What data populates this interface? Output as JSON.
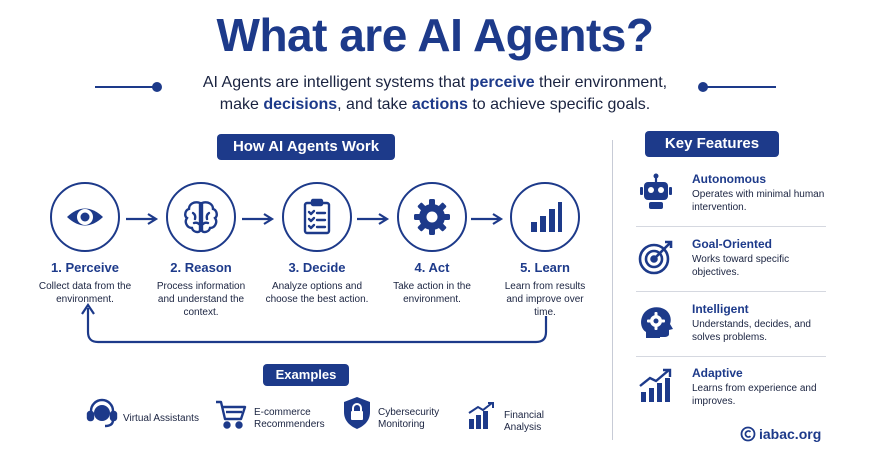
{
  "header": {
    "title": "What are AI Agents?",
    "subtitle": {
      "p1": "AI Agents are intelligent systems that ",
      "h1": "perceive",
      "p2": " their environment,",
      "p3": "make ",
      "h2": "decisions",
      "p4": ", and take ",
      "h3": "actions",
      "p5": " to achieve specific goals."
    }
  },
  "how": {
    "heading": "How AI Agents Work",
    "steps": [
      {
        "title": "1. Perceive",
        "desc": "Collect data from the environment.",
        "icon": "eye-icon"
      },
      {
        "title": "2. Reason",
        "desc": "Process information and understand the context.",
        "icon": "brain-icon"
      },
      {
        "title": "3. Decide",
        "desc": "Analyze options and choose the best action.",
        "icon": "checklist-icon"
      },
      {
        "title": "4. Act",
        "desc": "Take action in the environment.",
        "icon": "gear-icon"
      },
      {
        "title": "5. Learn",
        "desc": "Learn from results and improve over time.",
        "icon": "bar-chart-icon"
      }
    ]
  },
  "examples": {
    "heading": "Examples",
    "items": [
      {
        "label": "Virtual Assistants",
        "icon": "headset-icon"
      },
      {
        "label": "E-commerce Recommenders",
        "icon": "cart-icon"
      },
      {
        "label": "Cybersecurity Monitoring",
        "icon": "shield-lock-icon"
      },
      {
        "label": "Financial Analysis",
        "icon": "growth-chart-icon"
      }
    ]
  },
  "features": {
    "heading": "Key Features",
    "items": [
      {
        "title": "Autonomous",
        "desc": "Operates with minimal human intervention.",
        "icon": "robot-icon"
      },
      {
        "title": "Goal-Oriented",
        "desc": "Works toward specific objectives.",
        "icon": "target-icon"
      },
      {
        "title": "Intelligent",
        "desc": "Understands, decides, and solves problems.",
        "icon": "head-gear-icon"
      },
      {
        "title": "Adaptive",
        "desc": "Learns from experience and improves.",
        "icon": "trend-chart-icon"
      }
    ]
  },
  "brand": {
    "text": "iabac.org"
  },
  "colors": {
    "primary": "#1d3a8a",
    "text": "#1a2340",
    "background": "#ffffff"
  }
}
